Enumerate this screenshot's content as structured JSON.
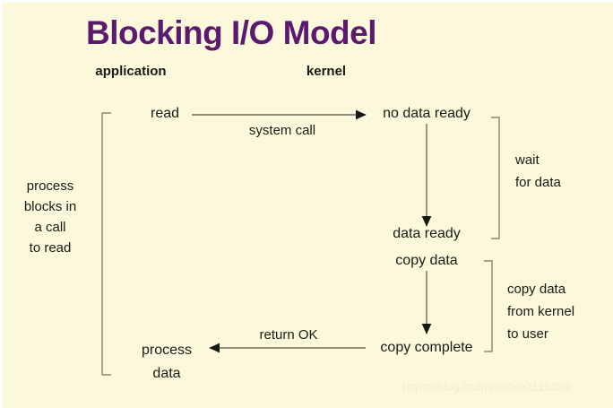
{
  "title": "Blocking I/O Model",
  "columns": {
    "application": "application",
    "kernel": "kernel"
  },
  "nodes": {
    "read": "read",
    "no_data_ready": "no data ready",
    "data_ready": "data ready",
    "copy_data": "copy data",
    "copy_complete": "copy complete",
    "process": "process",
    "data": "data"
  },
  "edge_labels": {
    "system_call": "system call",
    "return_ok": "return OK"
  },
  "brackets": {
    "wait_for_data": "wait\nfor data",
    "copy_from_kernel": "copy data\nfrom kernel\nto user",
    "process_blocks": "process\nblocks in\na call\nto read"
  },
  "watermark": "https://blog.csdn.net/leo2115339",
  "colors": {
    "background": "#fcf8dc",
    "title": "#5b1a6e",
    "text": "#1a1a14",
    "line": "#8a8570",
    "watermark": "#f2edc8"
  }
}
